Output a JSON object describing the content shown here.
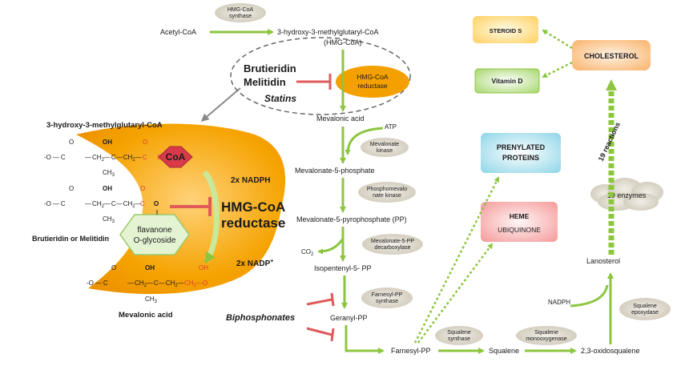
{
  "pathway": {
    "acetyl_coa": "Acetyl-CoA",
    "hmg_coa_line1": "3-hydroxy-3-methylglutaryl-CoA",
    "hmg_coa_line2": "(HMG-CoA)",
    "mevalonic_acid": "Mevalonic  acid",
    "mevalonate_5p": "Mevalonate-5-phosphate",
    "mevalonate_5pp": "Mevalonate-5-pyrophosphate  (PP)",
    "isopentenyl_pp": "Isopentenyl-5- PP",
    "geranyl_pp": "Geranyl-PP",
    "farnesyl_pp": "Farnesyl-PP",
    "squalene": "Squalene",
    "oxidosqualene": "2,3-oxidosqualene",
    "lanosterol": "Lanosterol",
    "atp": "ATP",
    "co2": "CO",
    "co2_sub": "2",
    "nadph": "NADPH"
  },
  "enzymes": {
    "hmg_synthase_1": "HMG-CoA",
    "hmg_synthase_2": "synthase",
    "hmg_reductase_1": "HMG-CoA",
    "hmg_reductase_2": "reductase",
    "mev_kinase_1": "Mevalonate",
    "mev_kinase_2": "kinase",
    "phosphomev_1": "Phosphomevalo",
    "phosphomev_2": "nate kinase",
    "decarb_1": "Mevalonate-5-PP",
    "decarb_2": "decarboxylase",
    "fpp_synth_1": "Farnesyl-PP",
    "fpp_synth_2": "synthase",
    "sq_synth_1": "Squalene",
    "sq_synth_2": "synthase",
    "sq_mono_1": "Squalene",
    "sq_mono_2": "monooxygenase",
    "sq_epox_1": "Squalene",
    "sq_epox_2": "epoxydase",
    "nineteen_enzymes": "19 enzymes",
    "nineteen_reactions": "19 reactions"
  },
  "inhibitors": {
    "brutieridin": "Brutieridin",
    "melitidin": "Melitidin",
    "statins": "Statins",
    "biphosphonates": "Biphosphonates"
  },
  "products": {
    "steroids": "STEROID S",
    "vitamin_d": "Vitamin D",
    "cholesterol": "CHOLESTEROL",
    "prenylated_1": "PRENYLATED",
    "prenylated_2": "PROTEINS",
    "heme": "HEME",
    "ubiquinone": "UBIQUINONE"
  },
  "zoom": {
    "title": "3-hydroxy-3-methylglutaryl-CoA",
    "coa": "CoA",
    "two_nadph": "2x NADPH",
    "hmg_coa_big": "HMG-CoA",
    "reductase_big": "reductase",
    "two_nadp": "2x NADP",
    "nadp_sup": "+",
    "flavanone_1": "flavanone",
    "flavanone_2": "O-glycoside",
    "brut_or_mel": "Brutieridin or Melitidin",
    "mevalonic_acid": "Mevalonic  acid"
  },
  "chem": {
    "o_minus": "O",
    "minus": "-",
    "o": "O",
    "c": "C",
    "oh": "OH",
    "ch2": "CH",
    "ch3": "CH",
    "sub2": "2",
    "sub3": "3",
    "s": "S"
  },
  "colors": {
    "green_arrow": "#8cc63f",
    "red_inhibitor": "#e05a5a",
    "orange": "#f4a000",
    "enzyme_oval": "#ddd8cc"
  }
}
